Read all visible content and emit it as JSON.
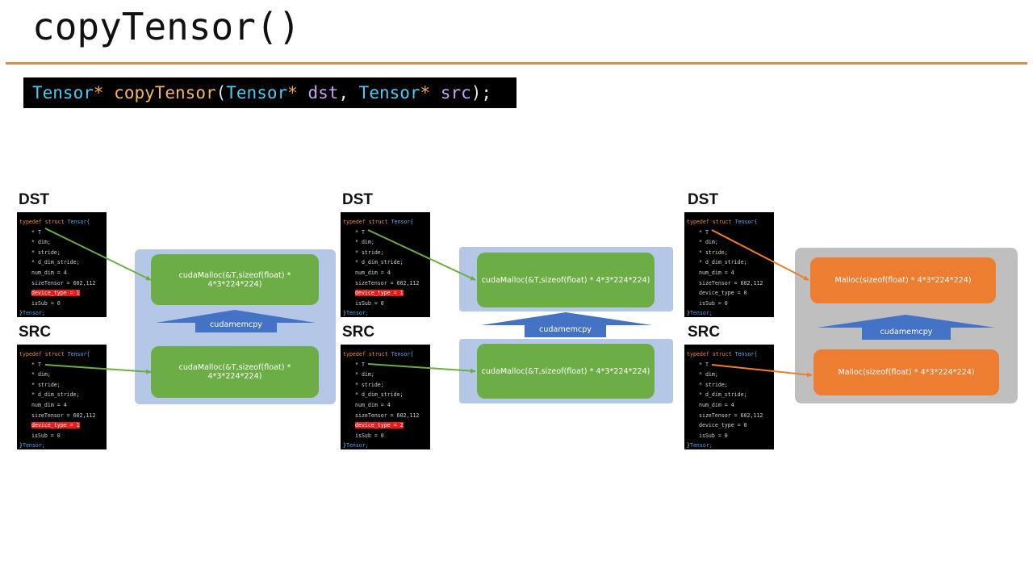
{
  "title": "copyTensor()",
  "signature": {
    "ret_type": "Tensor",
    "ret_star": "*",
    "fn": "copyTensor",
    "open": "(",
    "p1_type": "Tensor",
    "p1_star": "*",
    "p1_name": "dst",
    "comma": ", ",
    "p2_type": "Tensor",
    "p2_star": "*",
    "p2_name": "src",
    "close": ");"
  },
  "labels": {
    "dst": "DST",
    "src": "SRC"
  },
  "struct": {
    "kw": "typedef struct",
    "name": "Tensor{",
    "fields": [
      "* T",
      "* dim;",
      "* stride;",
      "* d_dim_stride;",
      "num_dim = 4",
      "sizeTensor = 602,112"
    ],
    "issub": "isSub = 0",
    "end_brace": "}",
    "end_name": "Tensor;"
  },
  "device_types": {
    "s1_dst": "device_type = 1",
    "s1_src": "device_type = 1",
    "s2_dst": "device_type = 1",
    "s2_src": "device_type = 2",
    "s3_dst": "device_type = 0",
    "s3_src": "device_type = 0"
  },
  "boxes": {
    "cuda": "cudaMalloc(&T,sizeof(float) * 4*3*224*224)",
    "host": "Malloc(sizeof(float) * 4*3*224*224)"
  },
  "copy_label": "cudamemcpy",
  "colors": {
    "green": "#6cad45",
    "orange": "#ed7d31",
    "blue_panel": "#b4c7e7",
    "gray_panel": "#bfbfbf",
    "blue_arrow": "#4472c4",
    "rule": "#e0894a"
  }
}
